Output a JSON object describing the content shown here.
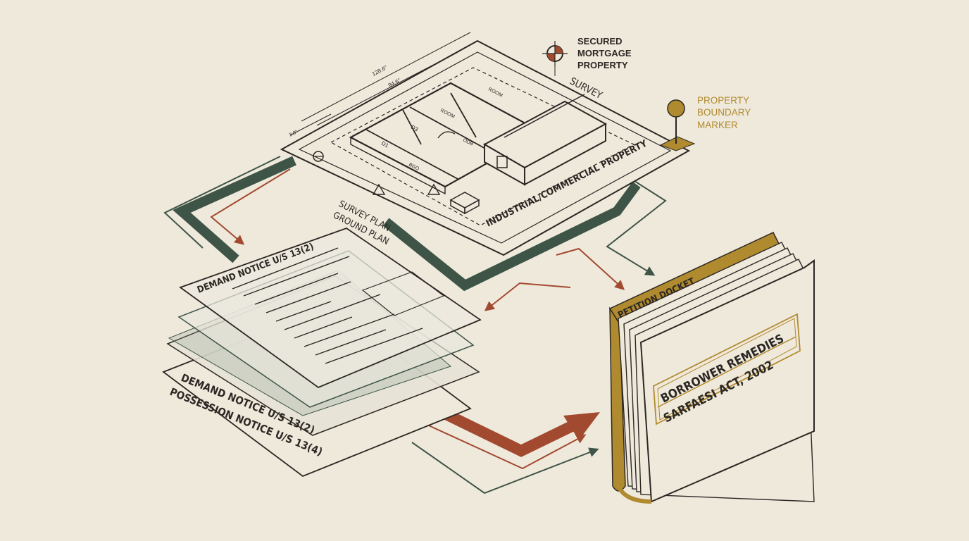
{
  "colors": {
    "background": "#efe9dc",
    "ink": "#2b2723",
    "green": "#3d5446",
    "rust": "#a24a30",
    "ochre": "#b08a2e"
  },
  "callouts": {
    "secured_mortgage": [
      "SECURED",
      "MORTGAGE",
      "PROPERTY"
    ],
    "boundary_marker": [
      "PROPERTY",
      "BOUNDARY",
      "MARKER"
    ]
  },
  "plan": {
    "survey": "SURVEY",
    "industrial_label": "INDUSTRIAL/COMMERCIAL PROPERTY",
    "survey_plan": "SURVEY PLAN",
    "ground_plan": "GROUND PLAN",
    "dim_outer": "128.6\"",
    "dim_inner": "94.6\"",
    "dim_small": "3.0\"",
    "rooms": [
      "D1",
      "D3",
      "ROOM",
      "ROOM",
      "BGO",
      "ODB"
    ]
  },
  "notices": {
    "top_sheet": "DEMAND NOTICE U/S 13(2)",
    "demand": "DEMAND NOTICE U/S 13(2)",
    "possession": "POSSESSION NOTICE U/S 13(4)"
  },
  "folder": {
    "tab": "PETITION DOCKET",
    "line1": "BORROWER REMEDIES",
    "line2": "SARFAESI ACT, 2002"
  }
}
